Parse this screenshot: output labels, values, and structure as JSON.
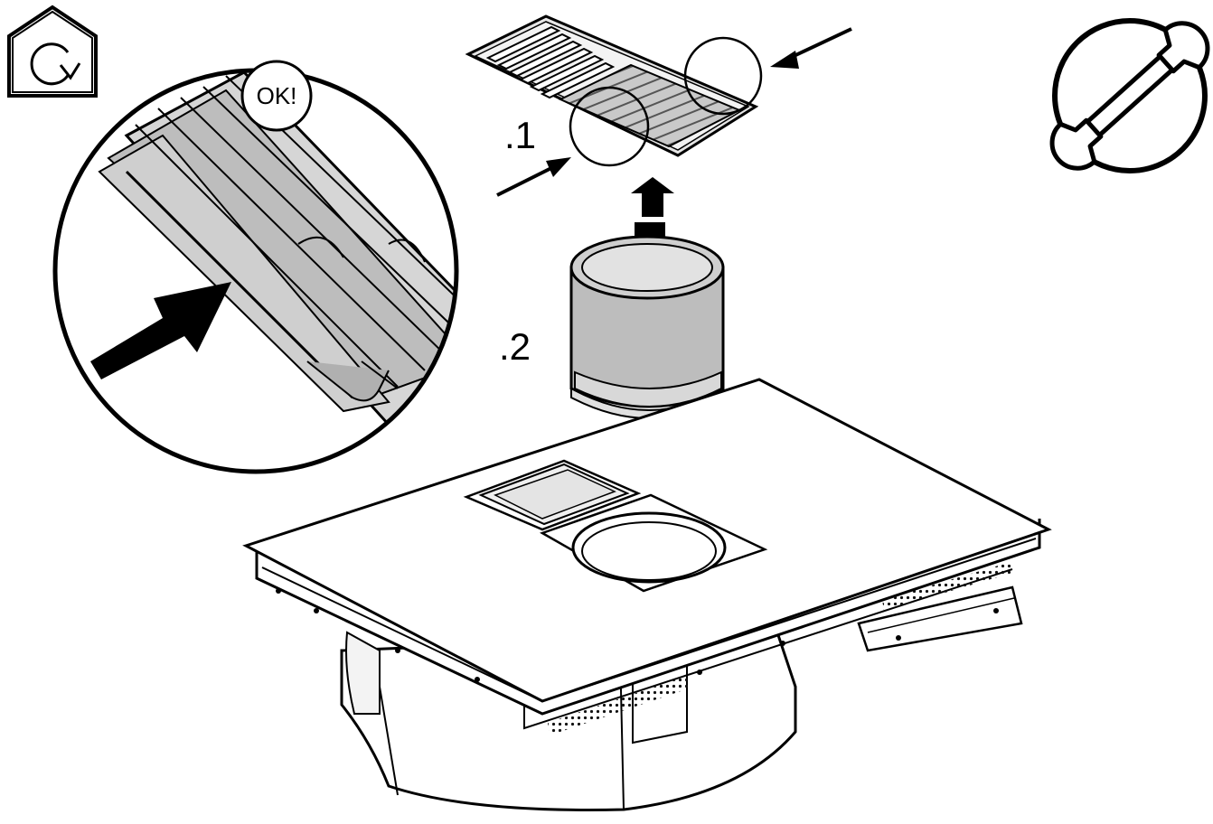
{
  "labels": {
    "ok": "OK!",
    "step1": ".1",
    "step2": ".2"
  },
  "icons": {
    "home_rotate": "home-rotate-icon",
    "wrench": "wrench-icon"
  },
  "colors": {
    "line": "#000000",
    "grey_light": "#d9d9d9",
    "grey_mid": "#b3b3b3",
    "grey_dark": "#8c8c8c",
    "background": "#ffffff"
  }
}
